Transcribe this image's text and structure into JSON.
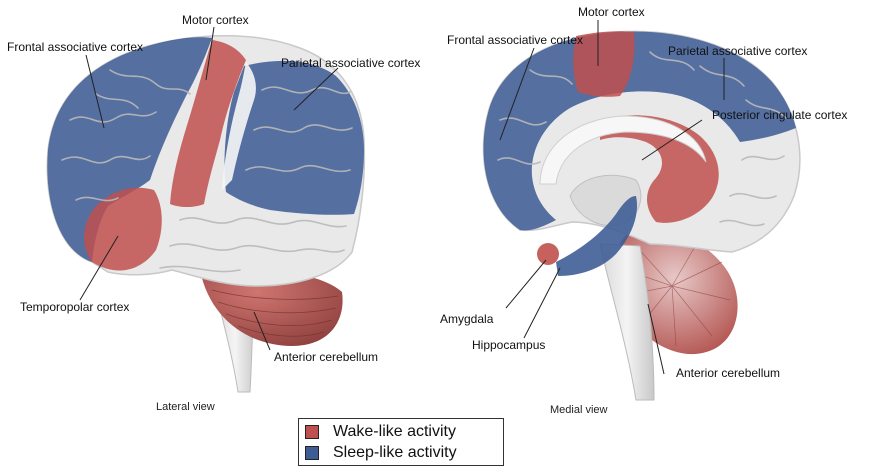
{
  "colors": {
    "wake": "#c0504d",
    "sleep": "#3f5d95",
    "cortex_neutral": "#e9e9e9"
  },
  "lateral": {
    "view_label": "Lateral view",
    "labels": {
      "frontal": "Frontal associative cortex",
      "motor": "Motor cortex",
      "parietal": "Parietal associative cortex",
      "temporopolar": "Temporopolar cortex",
      "cerebellum": "Anterior cerebellum"
    }
  },
  "medial": {
    "view_label": "Medial view",
    "labels": {
      "motor": "Motor cortex",
      "frontal": "Frontal associative cortex",
      "parietal": "Parietal associative cortex",
      "posterior_cingulate": "Posterior cingulate cortex",
      "amygdala": "Amygdala",
      "hippocampus": "Hippocampus",
      "cerebellum": "Anterior cerebellum"
    }
  },
  "legend": {
    "wake": "Wake-like activity",
    "sleep": "Sleep-like activity"
  }
}
